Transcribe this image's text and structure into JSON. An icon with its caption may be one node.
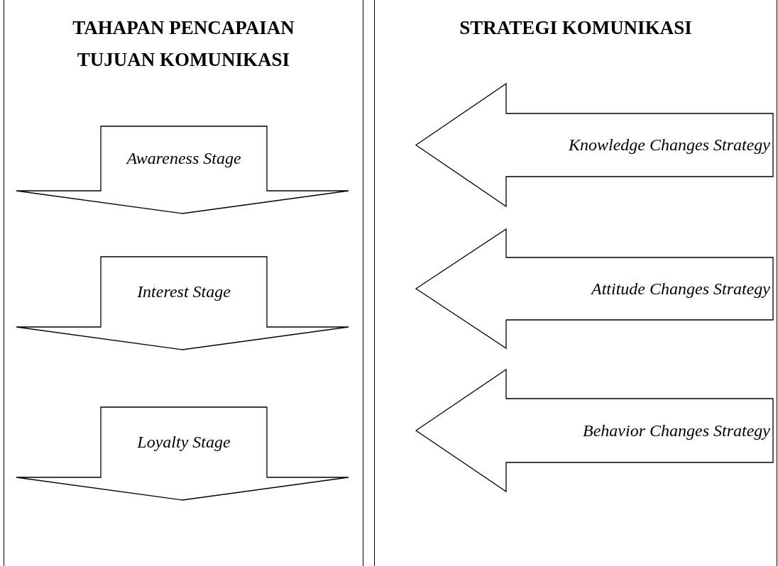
{
  "diagram": {
    "nodes": [
      {
        "text": [
          "TAHAPAN PENCAPAIAN TUJUAN KOMUNIKASI"
        ]
      },
      {
        "text": [
          "Awareness Stage"
        ],
        "in": 0
      },
      {
        "text": [
          "Interest Stage"
        ],
        "in": 0
      },
      {
        "text": [
          "Loyalty Stage"
        ],
        "in": 0
      },
      {
        "text": [
          "STRATEGI KOMUNIKASI"
        ]
      },
      {
        "text": [
          "Knowledge Changes Strategy"
        ],
        "in": 4
      },
      {
        "text": [
          "Attitude Changes Strategy"
        ],
        "in": 4
      },
      {
        "text": [
          "Behavior Changes Strategy"
        ],
        "in": 4
      }
    ],
    "edges": []
  }
}
